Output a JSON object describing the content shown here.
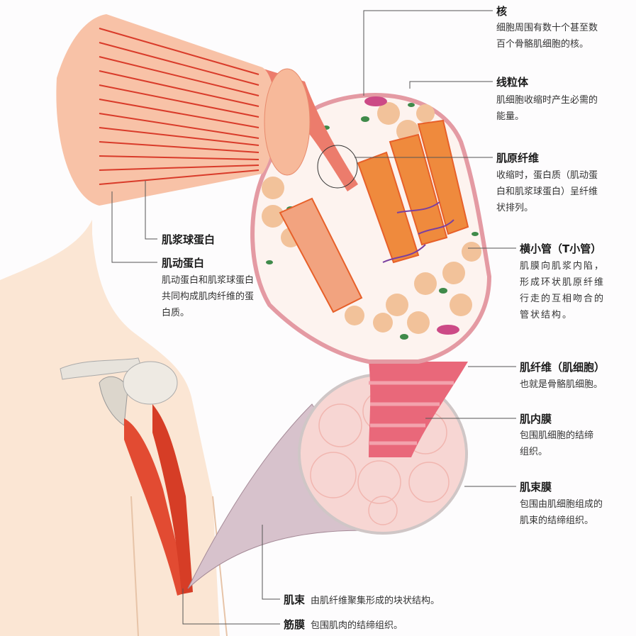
{
  "labels": {
    "nucleus": {
      "title": "核",
      "desc": [
        "细胞周围有数十个甚至数",
        "百个骨骼肌细胞的核。"
      ]
    },
    "mitochondria": {
      "title": "线粒体",
      "desc": [
        "肌细胞收缩时产生必需的",
        "能量。"
      ]
    },
    "myofibril": {
      "title": "肌原纤维",
      "desc": [
        "收缩时，蛋白质（肌动蛋",
        "白和肌浆球蛋白）呈纤维",
        "状排列。"
      ]
    },
    "t_tubule": {
      "title": "横小管（T小管）",
      "desc": [
        "肌膜向肌浆内陷，",
        "形成环状肌原纤维",
        "行走的互相吻合的",
        "管状结构。"
      ]
    },
    "muscle_fiber": {
      "title": "肌纤维（肌细胞）",
      "desc": [
        "也就是骨骼肌细胞。"
      ]
    },
    "endomysium": {
      "title": "肌内膜",
      "desc": [
        "包围肌细胞的结缔",
        "组织。"
      ]
    },
    "perimysium": {
      "title": "肌束膜",
      "desc": [
        "包围由肌细胞组成的",
        "肌束的结缔组织。"
      ]
    },
    "fascicle": {
      "title": "肌束",
      "desc": "由肌纤维聚集形成的块状结构。"
    },
    "fascia": {
      "title": "筋膜",
      "desc": "包围肌肉的结缔组织。"
    },
    "myosin": {
      "title": "肌浆球蛋白"
    },
    "actin": {
      "title": "肌动蛋白",
      "desc": [
        "肌动蛋白和肌浆球蛋白",
        "共同构成肌肉纤维的蛋",
        "白质。"
      ]
    }
  },
  "colors": {
    "muscle": "#e8543a",
    "pink": "#f4c7c0",
    "fiber": "#f0a98f",
    "line": "#555555",
    "skin": "#fbe3cf"
  }
}
